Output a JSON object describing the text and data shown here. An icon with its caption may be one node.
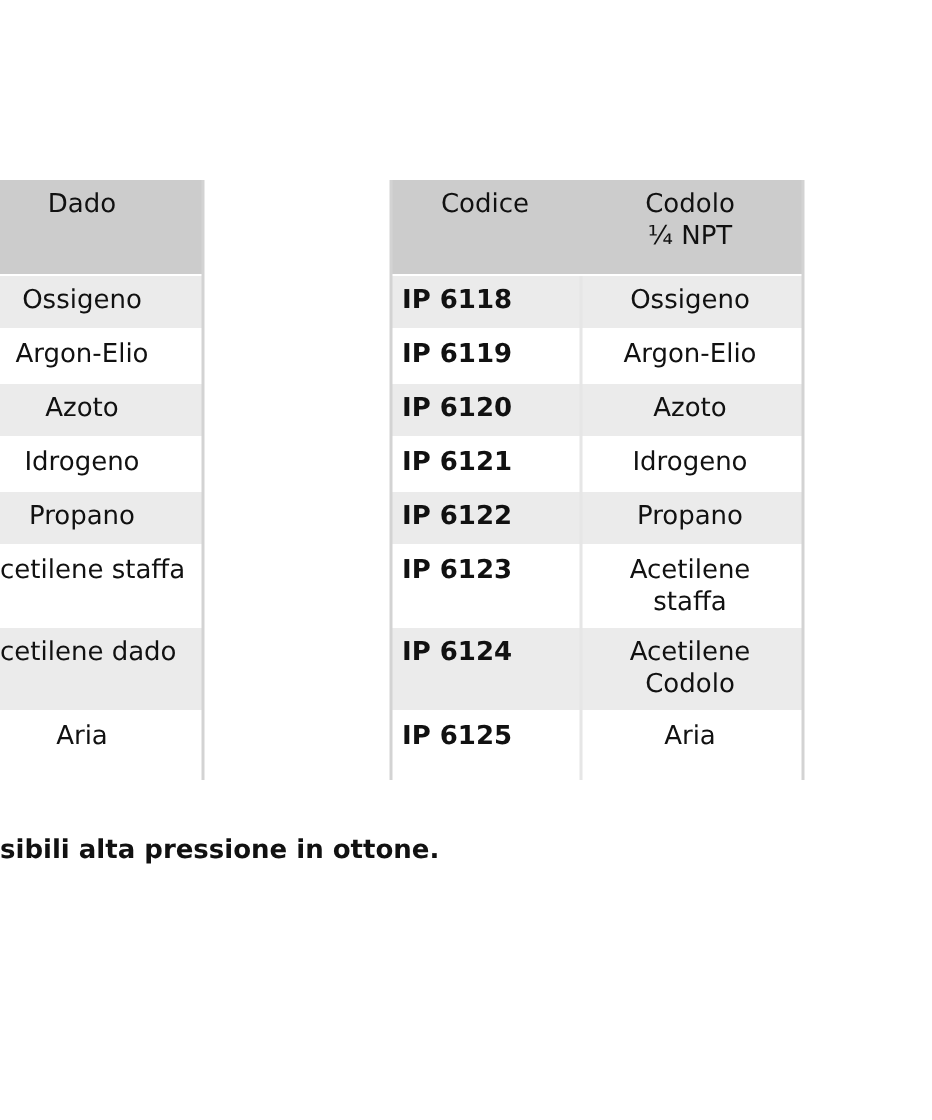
{
  "diagram": {
    "labels": [
      "Dado",
      "Codice",
      "Codolo ¼ NPT",
      "Ossigeno",
      "IP 6118",
      "Ossigeno",
      "Argon-Elio",
      "IP 6119",
      "Argon-Elio",
      "Azoto",
      "IP 6120",
      "Azoto",
      "Idrogeno",
      "IP 6121",
      "Idrogeno",
      "Propano",
      "IP 6122",
      "Propano",
      "cetilene staffa",
      "IP 6123",
      "Acetilene staffa",
      "cetilene dado",
      "IP 6124",
      "Acetilene Codolo",
      "Aria",
      "IP 6125",
      "Aria",
      "sibili alta pressione in ottone."
    ]
  }
}
